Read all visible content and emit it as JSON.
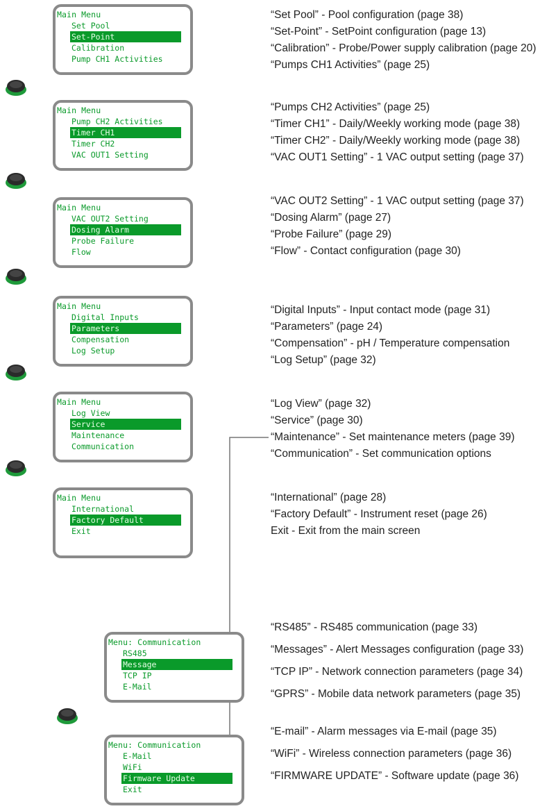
{
  "screens": [
    {
      "title": "Main Menu",
      "items": [
        "Set Pool",
        "Set-Point",
        "Calibration",
        "Pump CH1 Activities"
      ],
      "selected": 1
    },
    {
      "title": "Main Menu",
      "items": [
        "Pump CH2 Activities",
        "Timer CH1",
        "Timer CH2",
        "VAC OUT1 Setting"
      ],
      "selected": 1
    },
    {
      "title": "Main Menu",
      "items": [
        "VAC OUT2 Setting",
        "Dosing Alarm",
        "Probe Failure",
        "Flow"
      ],
      "selected": 1
    },
    {
      "title": "Main Menu",
      "items": [
        "Digital Inputs",
        "Parameters",
        "Compensation",
        "Log Setup"
      ],
      "selected": 1
    },
    {
      "title": "Main Menu",
      "items": [
        "Log View",
        "Service",
        "Maintenance",
        "Communication"
      ],
      "selected": 1
    },
    {
      "title": "Main Menu",
      "items": [
        "International",
        "Factory Default",
        "Exit"
      ],
      "selected": 1
    },
    {
      "title": "Menu: Communication",
      "items": [
        "RS485",
        "Message",
        "TCP IP",
        "E-Mail"
      ],
      "selected": 1
    },
    {
      "title": "Menu: Communication",
      "items": [
        "E-Mail",
        "WiFi",
        "Firmware Update",
        "Exit"
      ],
      "selected": 2
    }
  ],
  "descriptions": [
    [
      "“Set Pool” - Pool configuration (page 38)",
      "“Set-Point” - SetPoint configuration (page 13)",
      "“Calibration” - Probe/Power supply calibration (page 20)",
      "“Pumps CH1 Activities” (page 25)"
    ],
    [
      "“Pumps CH2 Activities” (page 25)",
      "“Timer CH1” - Daily/Weekly working mode (page 38)",
      "“Timer CH2” - Daily/Weekly working mode (page 38)",
      "“VAC OUT1 Setting” - 1 VAC output setting (page 37)"
    ],
    [
      "“VAC OUT2 Setting” - 1 VAC output setting (page 37)",
      "“Dosing Alarm” (page 27)",
      "“Probe Failure” (page 29)",
      "“Flow” - Contact configuration (page 30)"
    ],
    [
      "“Digital Inputs” - Input contact mode (page 31)",
      "“Parameters” (page 24)",
      "“Compensation” - pH / Temperature compensation",
      "“Log Setup” (page 32)"
    ],
    [
      "“Log View” (page 32)",
      "“Service” (page 30)",
      "“Maintenance” - Set maintenance meters (page 39)",
      "“Communication” - Set communication options"
    ],
    [
      "“International” (page 28)",
      "“Factory Default” - Instrument reset (page 26)",
      "Exit - Exit from the main screen"
    ],
    [
      "“RS485” - RS485 communication (page 33)",
      "“Messages” - Alert Messages configuration (page 33)",
      "“TCP IP” - Network connection parameters (page 34)",
      "“GPRS” - Mobile data network parameters (page 35)"
    ],
    [
      "“E-mail” - Alarm messages via E-mail (page 35)",
      "“WiFi” - Wireless connection parameters (page 36)",
      "“FIRMWARE UPDATE” - Software update (page 36)"
    ]
  ],
  "colors": {
    "lcd_text": "#0a9a2a",
    "lcd_border": "#8a8a8a",
    "knob_green": "#1e9a3a",
    "knob_dark": "#2a2a2a"
  },
  "icons": {
    "knob": "rotary-encoder-knob-icon"
  }
}
